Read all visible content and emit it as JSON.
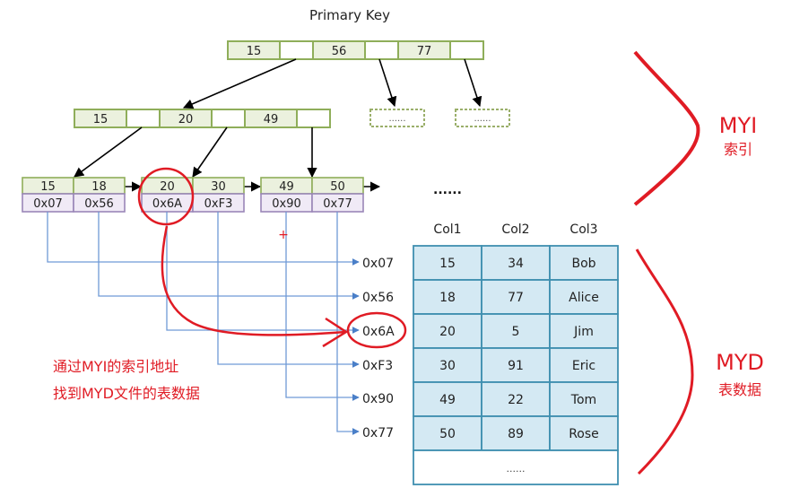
{
  "title": "Primary Key",
  "colors": {
    "key_fill": "#ebf1de",
    "key_stroke": "#8fae5a",
    "addr_fill": "#f0eaf6",
    "addr_stroke": "#9a86b8",
    "pointer_line": "#6f9ad6",
    "table_fill": "#d4e9f3",
    "table_stroke": "#3f8fb0",
    "annotation": "#e01b24",
    "arrow": "#000000"
  },
  "root_node": {
    "keys": [
      "15",
      "56",
      "77"
    ]
  },
  "inner_node": {
    "keys": [
      "15",
      "20",
      "49"
    ]
  },
  "placeholder_nodes": [
    "......",
    "......"
  ],
  "leaf_nodes": [
    {
      "entries": [
        {
          "key": "15",
          "addr": "0x07"
        },
        {
          "key": "18",
          "addr": "0x56"
        }
      ]
    },
    {
      "entries": [
        {
          "key": "20",
          "addr": "0x6A"
        },
        {
          "key": "30",
          "addr": "0xF3"
        }
      ]
    },
    {
      "entries": [
        {
          "key": "49",
          "addr": "0x90"
        },
        {
          "key": "50",
          "addr": "0x77"
        }
      ]
    }
  ],
  "leaf_ellipsis": "......",
  "addresses": [
    "0x07",
    "0x56",
    "0x6A",
    "0xF3",
    "0x90",
    "0x77"
  ],
  "table": {
    "headers": [
      "Col1",
      "Col2",
      "Col3"
    ],
    "rows": [
      [
        "15",
        "34",
        "Bob"
      ],
      [
        "18",
        "77",
        "Alice"
      ],
      [
        "20",
        "5",
        "Jim"
      ],
      [
        "30",
        "91",
        "Eric"
      ],
      [
        "49",
        "22",
        "Tom"
      ],
      [
        "50",
        "89",
        "Rose"
      ]
    ],
    "footer": "......"
  },
  "annotations": {
    "note_line1": "通过MYI的索引地址",
    "note_line2": "找到MYD文件的表数据",
    "myi_label": "MYI",
    "myi_sub": "索引",
    "myd_label": "MYD",
    "myd_sub": "表数据",
    "cursor_mark": "+"
  }
}
